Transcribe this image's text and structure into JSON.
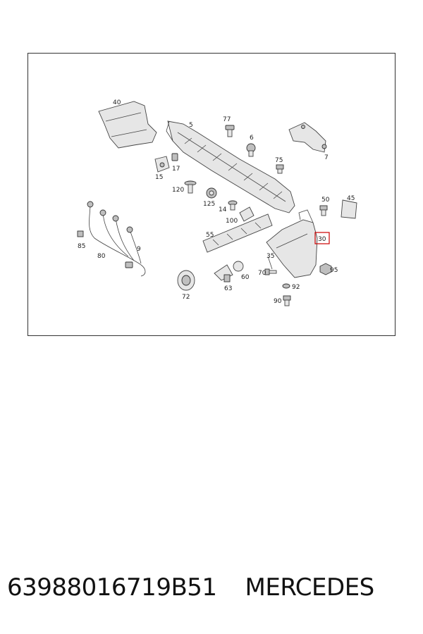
{
  "footer": {
    "part_number": "63988016719B51",
    "brand": "MERCEDES"
  },
  "diagram": {
    "highlight_color": "#cc0000",
    "labels": {
      "p40": "40",
      "p5": "5",
      "p77": "77",
      "p6": "6",
      "p7": "7",
      "p75": "75",
      "p15": "15",
      "p17": "17",
      "p120": "120",
      "p125": "125",
      "p14": "14",
      "p100": "100",
      "p50": "50",
      "p45": "45",
      "p55": "55",
      "p30": "30",
      "p85": "85",
      "p9": "9",
      "p80": "80",
      "p35": "35",
      "p95": "95",
      "p70": "70",
      "p60": "60",
      "p63": "63",
      "p72": "72",
      "p92": "92",
      "p90": "90"
    }
  }
}
